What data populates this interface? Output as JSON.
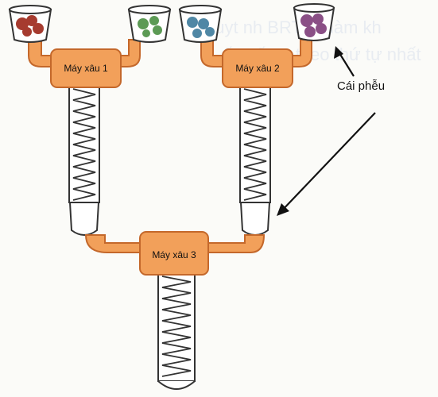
{
  "diagram": {
    "machines": [
      {
        "id": "m1",
        "label": "Máy xâu 1"
      },
      {
        "id": "m2",
        "label": "Máy xâu 2"
      },
      {
        "id": "m3",
        "label": "Máy xâu 3"
      }
    ],
    "funnels": [
      {
        "id": "f1",
        "content": "red beads",
        "color": "#a63b2f"
      },
      {
        "id": "f2",
        "content": "green beads",
        "color": "#5c9a55"
      },
      {
        "id": "f3",
        "content": "blue beads",
        "color": "#4f87a5"
      },
      {
        "id": "f4",
        "content": "purple beads",
        "color": "#8a4f86"
      }
    ],
    "callout": {
      "label": "Cái phễu"
    },
    "background_text": {
      "line1": "huyt nh BRT vi hàm kh",
      "line2": "ấu xếp tr theo thứ tự nhất"
    },
    "colors": {
      "machine_fill": "#f2a05a",
      "machine_stroke": "#c4682b",
      "tube_stroke": "#333333",
      "background": "#fbfbf8"
    }
  }
}
